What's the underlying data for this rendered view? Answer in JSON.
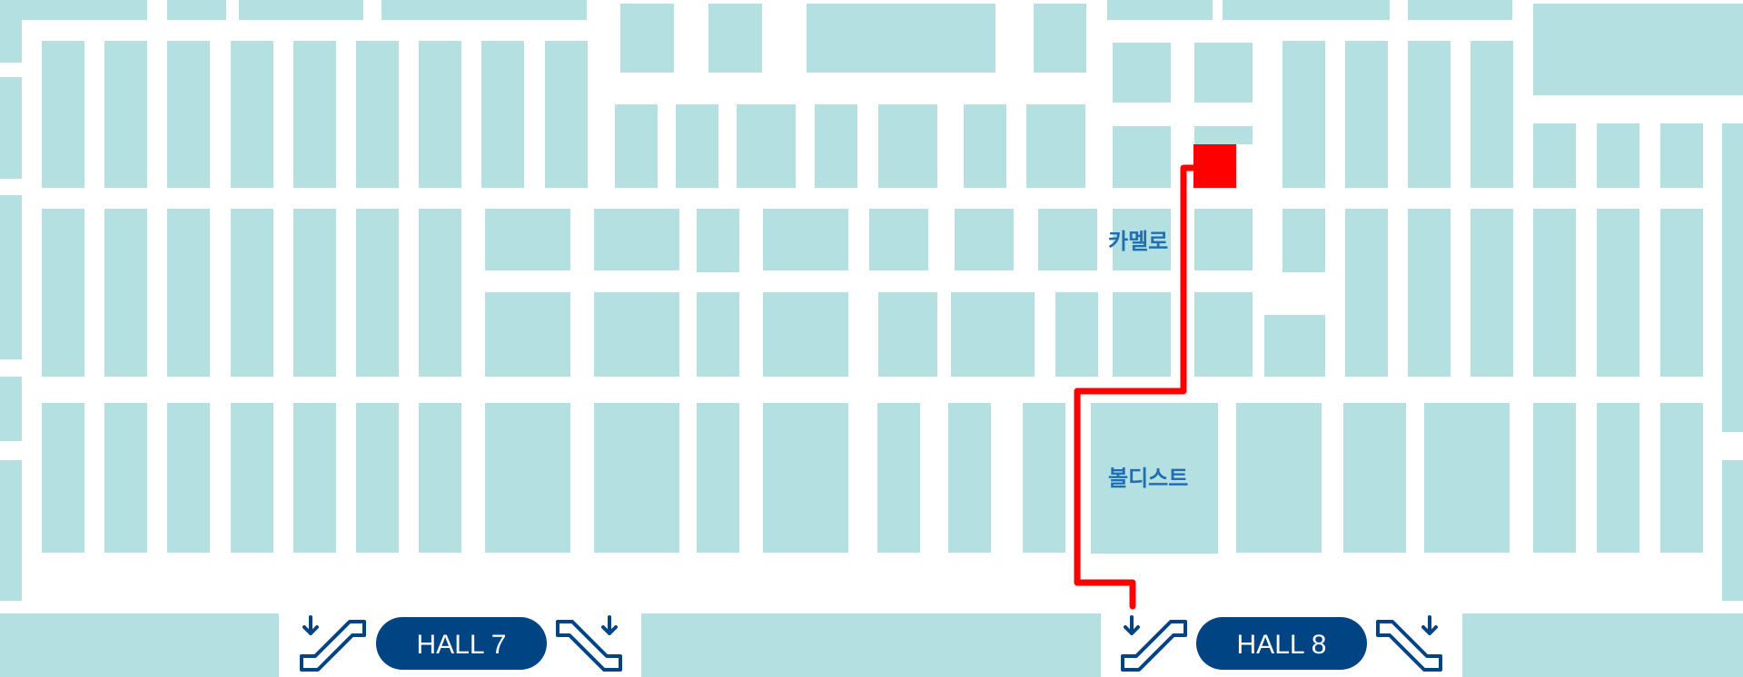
{
  "map": {
    "colors": {
      "booth": "#b4e0e1",
      "route": "#ff0000",
      "hall": "#004483",
      "label": "#1f6fb2"
    },
    "booth_labels": {
      "camelo": "카멜로",
      "balldist": "볼디스트"
    },
    "halls": {
      "hall7": "HALL 7",
      "hall8": "HALL 8"
    },
    "icons": [
      "escalator-down-icon"
    ]
  }
}
